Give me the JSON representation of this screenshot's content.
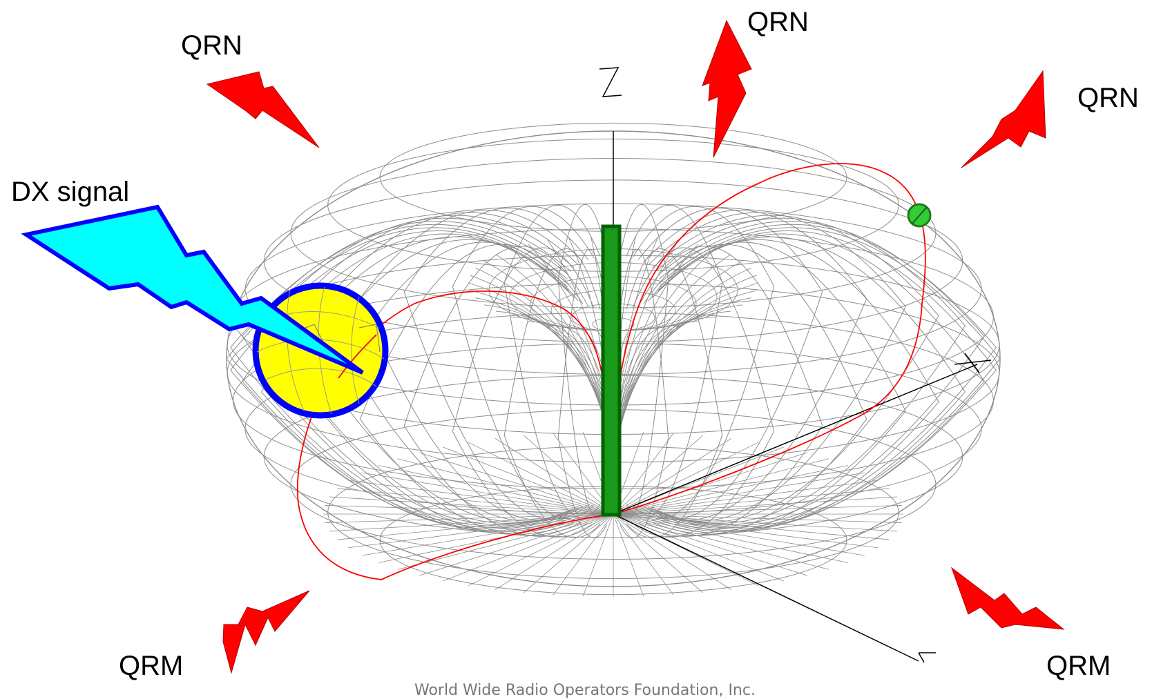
{
  "labels": {
    "qrn_top_left": "QRN",
    "qrn_top_center": "QRN",
    "qrn_top_right": "QRN",
    "dx_signal": "DX signal",
    "qrm_bottom_left": "QRM",
    "qrm_bottom_right": "QRM"
  },
  "axes": {
    "z": "Z",
    "x": "X",
    "y": "Y"
  },
  "footer": "World Wide Radio Operators Foundation, Inc.",
  "colors": {
    "mesh": "#8c8c8c",
    "pattern_cut": "#ff0000",
    "antenna": "#1a9a1a",
    "antenna_outline": "#006400",
    "dx_bolt": "#00ffff",
    "dx_bolt_outline": "#0000ff",
    "noise_bolt": "#ff0000",
    "target_circle": "#ffff00",
    "target_circle_outline": "#0000ff",
    "marker_dot": "#33cc33"
  }
}
